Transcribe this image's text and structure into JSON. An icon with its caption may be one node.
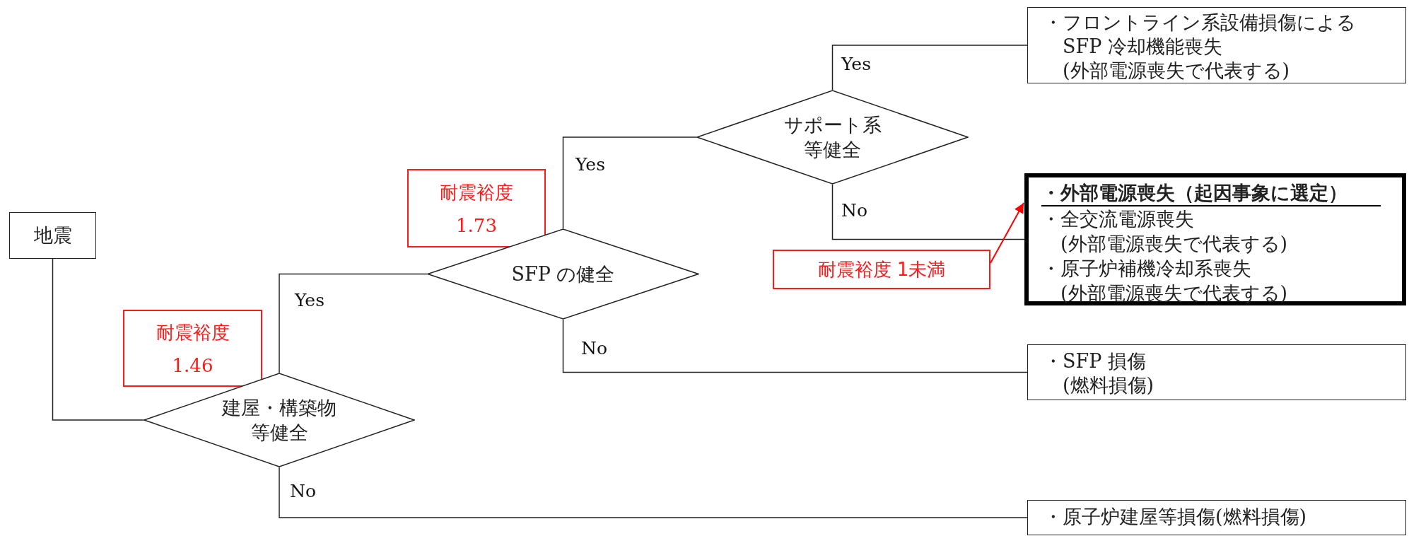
{
  "diagram": {
    "nodes": [
      {
        "text": [
          "地震"
        ]
      },
      {
        "text": [
          "耐震裕度",
          "1.46"
        ]
      },
      {
        "text": [
          "建屋・構築物等健全"
        ]
      },
      {
        "text": [
          "耐震裕度",
          "1.73"
        ]
      },
      {
        "text": [
          "SFP の健全"
        ]
      },
      {
        "text": [
          "サポート系等健全"
        ]
      },
      {
        "text": [
          "・フロントライン系設備損傷による SFP 冷却機能喪失 (外部電源喪失で代表する)"
        ]
      },
      {
        "text": [
          "耐震裕度 1未満"
        ]
      },
      {
        "text": [
          "・外部電源喪失（起因事象に選定）",
          "・全交流電源喪失 (外部電源喪失で代表する)",
          "・原子炉補機冷却系喪失 (外部電源喪失で代表する)"
        ]
      },
      {
        "text": [
          "・SFP 損傷 (燃料損傷)"
        ]
      },
      {
        "text": [
          "・原子炉建屋等損傷(燃料損傷)"
        ]
      }
    ],
    "edges": [
      {
        "from": 0,
        "to": 2,
        "arrow": "none"
      },
      {
        "from": 2,
        "to": 4,
        "arrow": "none",
        "label": "Yes"
      },
      {
        "from": 2,
        "to": 10,
        "arrow": "none",
        "label": "No"
      },
      {
        "from": 4,
        "to": 5,
        "arrow": "none",
        "label": "Yes"
      },
      {
        "from": 4,
        "to": 9,
        "arrow": "none",
        "label": "No"
      },
      {
        "from": 5,
        "to": 6,
        "arrow": "none",
        "label": "Yes"
      },
      {
        "from": 5,
        "to": 8,
        "arrow": "none",
        "label": "No"
      },
      {
        "from": 7,
        "to": 8,
        "arrow": "to",
        "color": "#ff0000"
      }
    ]
  }
}
